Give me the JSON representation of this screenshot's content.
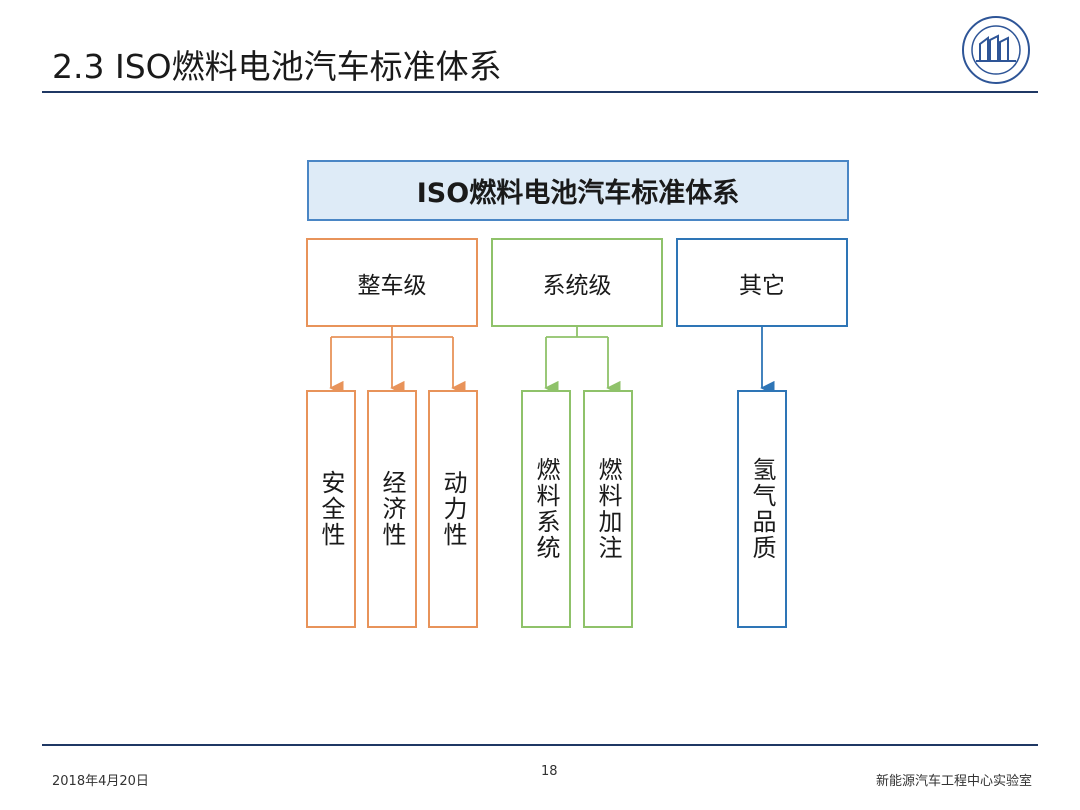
{
  "header": {
    "title": "2.3 ISO燃料电池汽车标准体系"
  },
  "diagram": {
    "root": "ISO燃料电池汽车标准体系",
    "categories": [
      {
        "label": "整车级",
        "color": "#e8935a",
        "children": [
          "安全性",
          "经济性",
          "动力性"
        ]
      },
      {
        "label": "系统级",
        "color": "#8fc26a",
        "children": [
          "燃料系统",
          "燃料加注"
        ]
      },
      {
        "label": "其它",
        "color": "#2e75b6",
        "children": [
          "氢气品质"
        ]
      }
    ],
    "title_box_fill": "#deebf7",
    "title_box_border": "#4a86c5"
  },
  "footer": {
    "date": "2018年4月20日",
    "page": "18",
    "org": "新能源汽车工程中心实验室"
  },
  "colors": {
    "rule": "#1f3864"
  }
}
